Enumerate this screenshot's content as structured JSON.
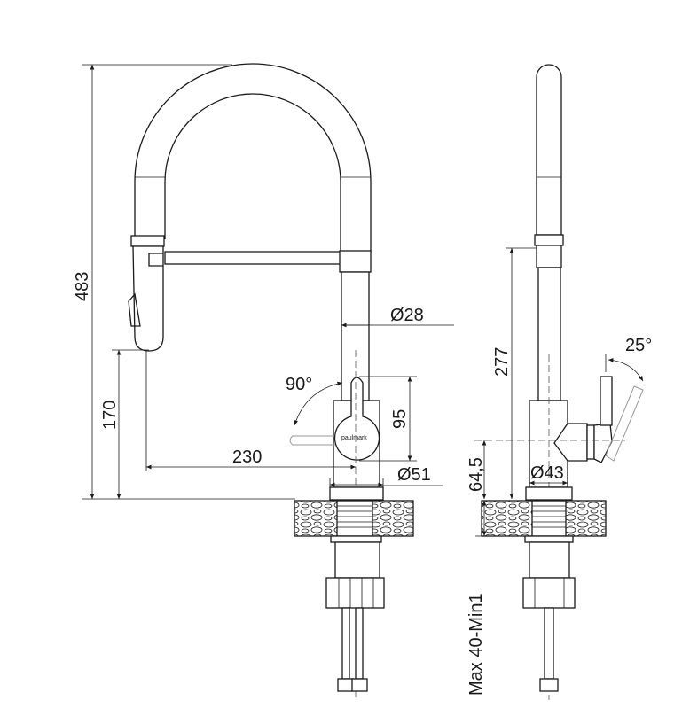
{
  "title": "Kitchen faucet dimension drawing",
  "brand": "paulmark",
  "front_view": {
    "height_total": "483",
    "spray_height": "170",
    "reach": "230",
    "lever_rotation": "90°",
    "tube_diameter": "Ø28",
    "body_height": "95",
    "base_diameter": "Ø51"
  },
  "side_view": {
    "spout_height": "277",
    "lever_tilt": "25°",
    "handle_axis_height": "64,5",
    "body_diameter": "Ø43",
    "countertop_thickness": "Max 40-Min1"
  }
}
